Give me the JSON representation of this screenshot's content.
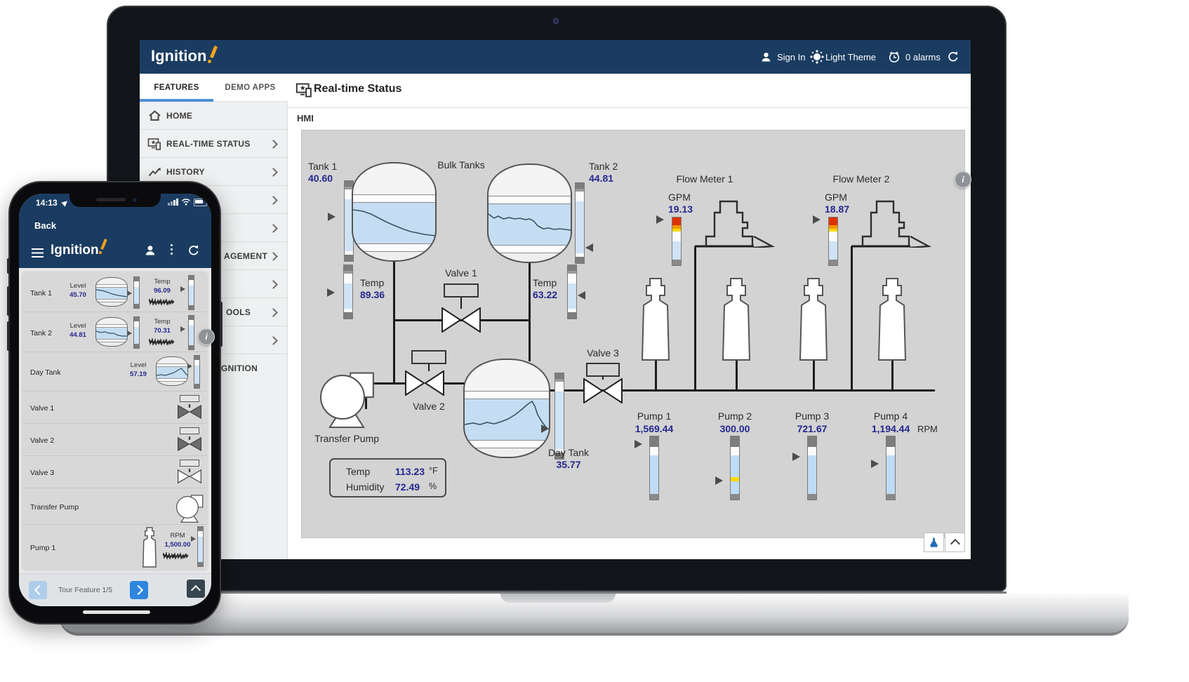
{
  "laptop": {
    "topbar": {
      "logo": "Ignition",
      "sign_in": "Sign In",
      "theme": "Light Theme",
      "alarms": "0 alarms"
    },
    "tabs": {
      "features": "FEATURES",
      "demo_apps": "DEMO APPS"
    },
    "sidebar": {
      "home": "HOME",
      "realtime": "REAL-TIME STATUS",
      "history": "HISTORY",
      "frag_management": "AGEMENT",
      "frag_tools": "OOLS",
      "frag_ignition": "GNITION"
    },
    "header": {
      "title": "Real-time Status",
      "subtitle": "HMI"
    },
    "hmi": {
      "bulk_tanks": "Bulk Tanks",
      "tank1": {
        "label": "Tank 1",
        "value": "40.60"
      },
      "tank2": {
        "label": "Tank 2",
        "value": "44.81"
      },
      "temp1": {
        "label": "Temp",
        "value": "89.36"
      },
      "temp2": {
        "label": "Temp",
        "value": "63.22"
      },
      "valve1": "Valve 1",
      "valve2": "Valve 2",
      "valve3": "Valve 3",
      "flow_meter1": {
        "label": "Flow Meter 1",
        "unit": "GPM",
        "value": "19.13"
      },
      "flow_meter2": {
        "label": "Flow Meter 2",
        "unit": "GPM",
        "value": "18.87"
      },
      "transfer_pump": "Transfer Pump",
      "day_tank": {
        "label": "Day Tank",
        "value": "35.77"
      },
      "env": {
        "temp_label": "Temp",
        "temp_value": "113.23",
        "temp_unit": "°F",
        "humidity_label": "Humidity",
        "humidity_value": "72.49",
        "humidity_unit": "%"
      },
      "pumps": [
        {
          "label": "Pump 1",
          "value": "1,569.44"
        },
        {
          "label": "Pump 2",
          "value": "300.00"
        },
        {
          "label": "Pump 3",
          "value": "721.67"
        },
        {
          "label": "Pump 4",
          "value": "1,194.44"
        }
      ],
      "rpm_unit": "RPM"
    }
  },
  "phone": {
    "status_time": "14:13",
    "back": "Back",
    "logo": "Ignition",
    "rows": [
      {
        "name": "Tank 1",
        "metric": "Level",
        "value": "45.70",
        "temp_label": "Temp",
        "temp_value": "96.09"
      },
      {
        "name": "Tank 2",
        "metric": "Level",
        "value": "44.81",
        "temp_label": "Temp",
        "temp_value": "70.31"
      },
      {
        "name": "Day Tank",
        "metric": "Level",
        "value": "57.19"
      },
      {
        "name": "Valve 1"
      },
      {
        "name": "Valve 2"
      },
      {
        "name": "Valve 3"
      },
      {
        "name": "Transfer Pump"
      },
      {
        "name": "Pump 1",
        "metric": "RPM",
        "value": "1,500.00"
      }
    ],
    "tour": {
      "label": "Tour Feature 1/5"
    }
  },
  "misc": {
    "info": "i"
  },
  "colors": {
    "navy": "#1b3c61",
    "accent": "#4d8fd6",
    "value_navy": "#23278f",
    "hmi_bg": "#d3d3d3",
    "alarm_red": "#e03200",
    "alarm_orange": "#f59a00",
    "alarm_yellow": "#ffd900",
    "button_blue": "#2e86de",
    "logo_orange": "#f5a11c"
  }
}
